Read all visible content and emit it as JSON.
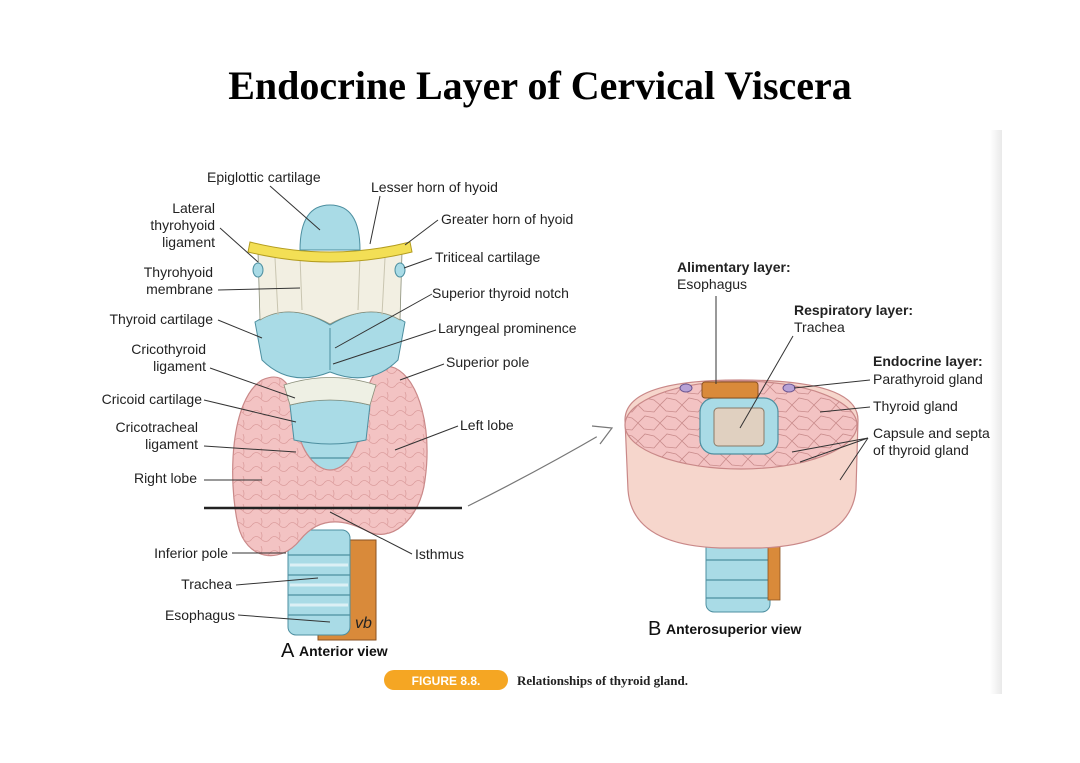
{
  "title": "Endocrine Layer of Cervical Viscera",
  "view_a": {
    "letter": "A",
    "caption": "Anterior view",
    "labels": {
      "epiglottic_cartilage": "Epiglottic cartilage",
      "lesser_horn": "Lesser horn of hyoid",
      "lateral_1": "Lateral",
      "lateral_2": "thyrohyoid",
      "lateral_3": "ligament",
      "greater_horn": "Greater horn of hyoid",
      "triticeal": "Triticeal cartilage",
      "thyrohyoid_1": "Thyrohyoid",
      "thyrohyoid_2": "membrane",
      "superior_notch": "Superior thyroid notch",
      "thyroid_cartilage": "Thyroid cartilage",
      "laryngeal_prominence": "Laryngeal prominence",
      "cricothyroid_1": "Cricothyroid",
      "cricothyroid_2": "ligament",
      "superior_pole": "Superior pole",
      "cricoid_cartilage": "Cricoid cartilage",
      "left_lobe": "Left lobe",
      "cricotracheal_1": "Cricotracheal",
      "cricotracheal_2": "ligament",
      "right_lobe": "Right lobe",
      "inferior_pole": "Inferior pole",
      "isthmus": "Isthmus",
      "trachea": "Trachea",
      "esophagus": "Esophagus",
      "signature": "vb"
    }
  },
  "view_b": {
    "letter": "B",
    "caption": "Anterosuperior view",
    "labels": {
      "alimentary_title": "Alimentary layer:",
      "alimentary_item": "Esophagus",
      "respiratory_title": "Respiratory layer:",
      "respiratory_item": "Trachea",
      "endocrine_title": "Endocrine layer:",
      "parathyroid": "Parathyroid gland",
      "thyroid_gland": "Thyroid gland",
      "capsule_1": "Capsule and septa",
      "capsule_2": "of thyroid gland"
    }
  },
  "figure": {
    "badge": "FIGURE 8.8.",
    "caption": "Relationships of thyroid gland."
  },
  "colors": {
    "cartilage_blue": "#a9dbe6",
    "thyroid_pink": "#f3c3c3",
    "hyoid_yellow": "#f3df55",
    "esophagus_orange": "#d98a3a",
    "badge_orange": "#f5a623"
  }
}
